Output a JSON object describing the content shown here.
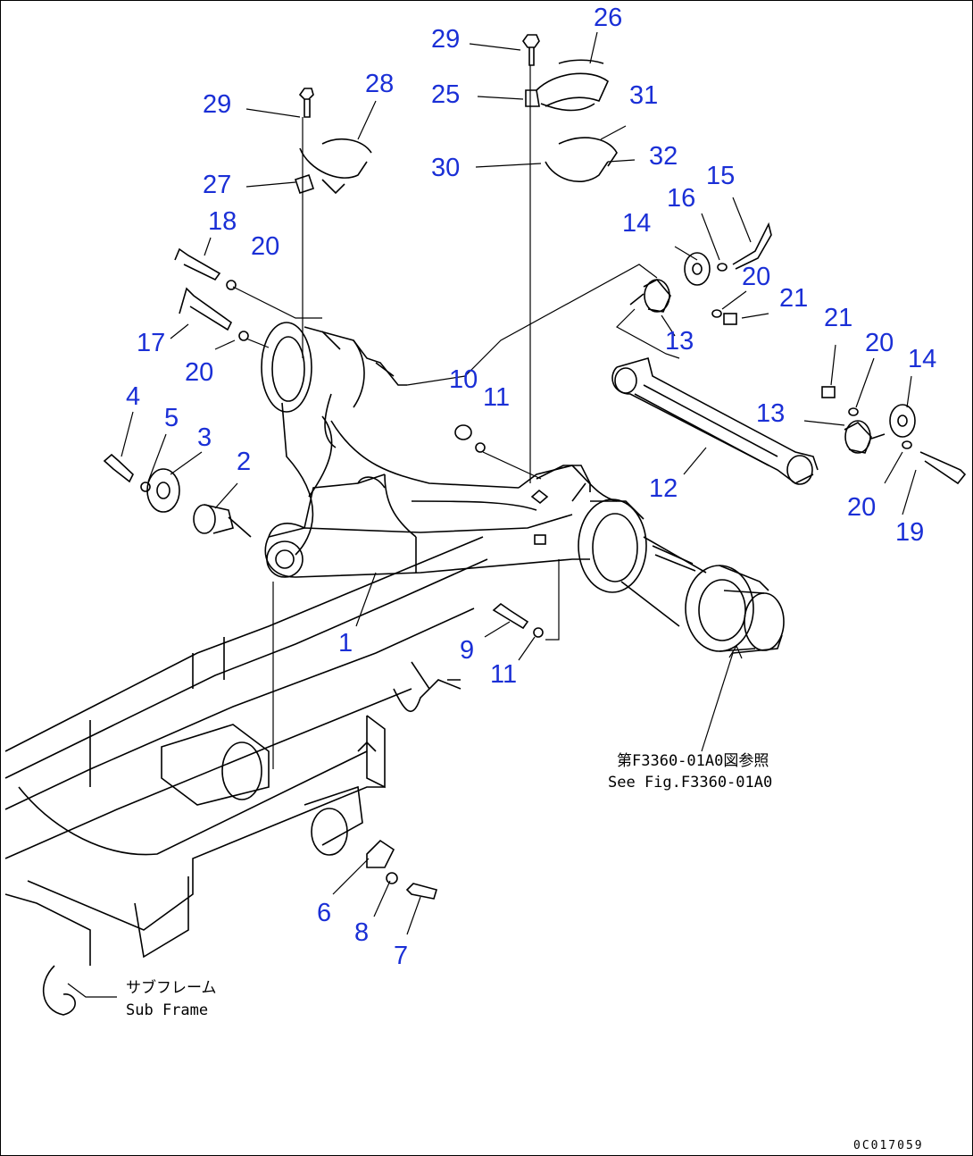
{
  "diagram": {
    "callouts": [
      {
        "id": "c29a",
        "text": "29"
      },
      {
        "id": "c26",
        "text": "26"
      },
      {
        "id": "c25",
        "text": "25"
      },
      {
        "id": "c31",
        "text": "31"
      },
      {
        "id": "c30",
        "text": "30"
      },
      {
        "id": "c32",
        "text": "32"
      },
      {
        "id": "c29b",
        "text": "29"
      },
      {
        "id": "c28",
        "text": "28"
      },
      {
        "id": "c27",
        "text": "27"
      },
      {
        "id": "c18",
        "text": "18"
      },
      {
        "id": "c20a",
        "text": "20"
      },
      {
        "id": "c17",
        "text": "17"
      },
      {
        "id": "c20b",
        "text": "20"
      },
      {
        "id": "c16",
        "text": "16"
      },
      {
        "id": "c15",
        "text": "15"
      },
      {
        "id": "c14a",
        "text": "14"
      },
      {
        "id": "c20c",
        "text": "20"
      },
      {
        "id": "c21a",
        "text": "21"
      },
      {
        "id": "c13a",
        "text": "13"
      },
      {
        "id": "c21b",
        "text": "21"
      },
      {
        "id": "c20d",
        "text": "20"
      },
      {
        "id": "c14b",
        "text": "14"
      },
      {
        "id": "c10",
        "text": "10"
      },
      {
        "id": "c11a",
        "text": "11"
      },
      {
        "id": "c4",
        "text": "4"
      },
      {
        "id": "c5",
        "text": "5"
      },
      {
        "id": "c3",
        "text": "3"
      },
      {
        "id": "c2",
        "text": "2"
      },
      {
        "id": "c13b",
        "text": "13"
      },
      {
        "id": "c12",
        "text": "12"
      },
      {
        "id": "c20e",
        "text": "20"
      },
      {
        "id": "c19",
        "text": "19"
      },
      {
        "id": "c1",
        "text": "1"
      },
      {
        "id": "c9",
        "text": "9"
      },
      {
        "id": "c11b",
        "text": "11"
      },
      {
        "id": "c6",
        "text": "6"
      },
      {
        "id": "c8",
        "text": "8"
      },
      {
        "id": "c7",
        "text": "7"
      }
    ],
    "notes": {
      "ref_jp": "第F3360-01A0図参照",
      "ref_en": "See Fig.F3360-01A0",
      "subframe_jp": "サブフレーム",
      "subframe_en": "Sub Frame"
    },
    "document_id": "0C017059",
    "colors": {
      "callout": "#1a2fd6",
      "line": "#000000",
      "background": "#ffffff"
    }
  }
}
